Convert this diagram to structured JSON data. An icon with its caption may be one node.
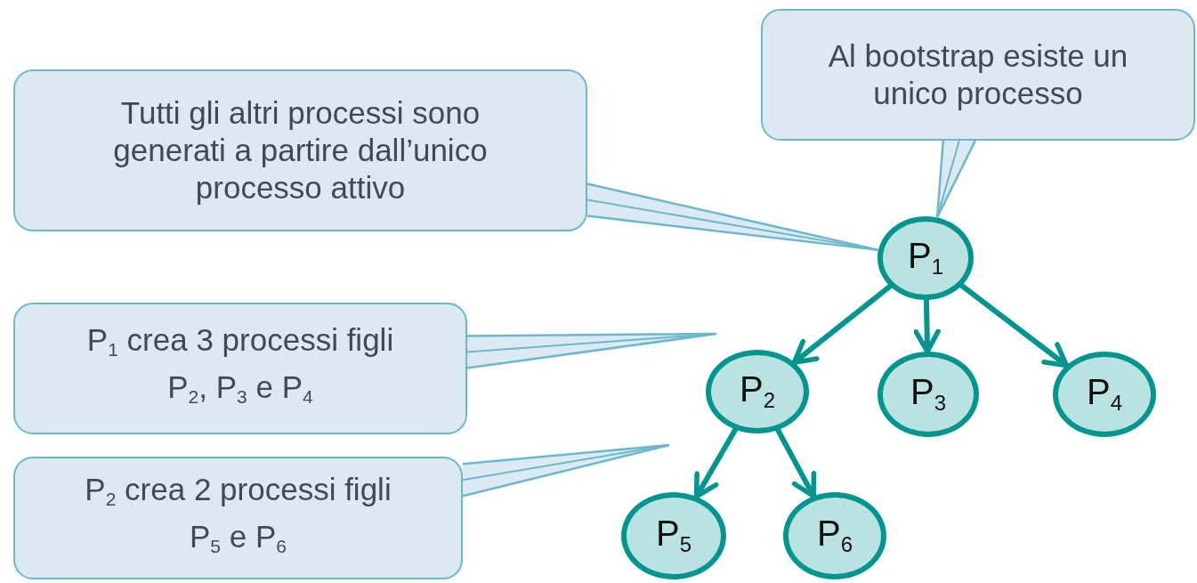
{
  "diagram": {
    "nodes": [
      {
        "text": [
          "Al bootstrap esiste un unico processo"
        ]
      },
      {
        "text": [
          "Tutti gli altri processi sono generati a partire dall’unico processo attivo"
        ]
      },
      {
        "text": [
          "P$_{1}$"
        ]
      },
      {
        "text": [
          "P$_{1}$ crea 3 processi figli P$_{2}$, P$_{3}$ e P$_{4}$"
        ]
      },
      {
        "text": [
          "P$_{2}$"
        ]
      },
      {
        "text": [
          "P$_{3}$"
        ]
      },
      {
        "text": [
          "P$_{4}$"
        ]
      },
      {
        "text": [
          "P$_{2}$ crea 2 processi figli P$_{5}$ e P$_{6}$"
        ]
      },
      {
        "text": [
          "P$_{5}$"
        ]
      },
      {
        "text": [
          "P$_{6}$"
        ]
      }
    ],
    "edges": [
      {
        "from": 2,
        "to": 4,
        "arrow": "to"
      },
      {
        "from": 2,
        "to": 5,
        "arrow": "to"
      },
      {
        "from": 2,
        "to": 6,
        "arrow": "to"
      },
      {
        "from": 4,
        "to": 8,
        "arrow": "to"
      },
      {
        "from": 4,
        "to": 9,
        "arrow": "to"
      },
      {
        "from": 0,
        "to": 2,
        "arrow": "none",
        "color": "#6bb8cc"
      },
      {
        "from": 1,
        "to": 2,
        "arrow": "none",
        "color": "#6bb8cc"
      },
      {
        "from": 3,
        "to": null,
        "arrow": "none",
        "color": "#6bb8cc"
      },
      {
        "from": 7,
        "to": null,
        "arrow": "none",
        "color": "#6bb8cc"
      }
    ]
  }
}
